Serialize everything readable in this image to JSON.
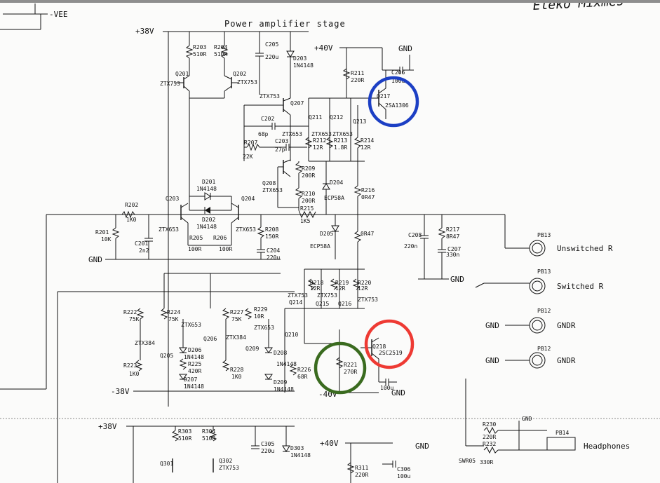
{
  "title": "Power amplifier stage",
  "rails": {
    "vee": "-VEE",
    "pos38": "+38V",
    "pos40": "+40V",
    "neg38": "-38V",
    "neg40": "-40V",
    "pos38_lower": "+38V",
    "pos40_lower": "+40V"
  },
  "header_scrawl": "Eleko Mixmes",
  "gnd": "GND",
  "highlights": [
    {
      "name": "blue",
      "color": "#1c3fc4",
      "target": "Q217"
    },
    {
      "name": "red",
      "color": "#ee3a33",
      "target": "Q218"
    },
    {
      "name": "green",
      "color": "#3a6b1f",
      "target": "R221"
    }
  ],
  "labels": {
    "r203": "R203",
    "r203v": "510R",
    "r204": "R204",
    "r204v": "510R",
    "c205": "C205",
    "c205v": "220u",
    "d203": "D203",
    "d203v": "1N4148",
    "q201": "Q201",
    "q201t": "ZTX753",
    "q202": "Q202",
    "q202t": "ZTX753",
    "q207t": "ZTX753",
    "q207": "Q207",
    "c202": "C202",
    "c202v": "68p",
    "c203": "C203",
    "c203v": "27p",
    "r207": "R207",
    "r207v": "22K",
    "ztx653a": "ZTX653",
    "q211": "Q211",
    "q212": "Q212",
    "q213": "Q213",
    "ztx653b": "ZTX653",
    "ztx653c": "ZTX653",
    "r212": "R212",
    "r212v": "12R",
    "r213": "R213",
    "r213v": "1.8R",
    "r214": "R214",
    "r214v": "12R",
    "r211": "R211",
    "r211v": "220R",
    "c206": "C206",
    "c206v": "100u",
    "q217": "Q217",
    "q217t": "2SA1306",
    "q208": "Q208",
    "q208t": "ZTX653",
    "r209": "R209",
    "r209v": "200R",
    "r210": "R210",
    "r210v": "200R",
    "d204": "D204",
    "d204v": "ECP58A",
    "r216": "R216",
    "r216v": "0R47",
    "d201": "D201",
    "d201v": "1N4148",
    "d202": "D202",
    "d202v": "1N4148",
    "r202": "R202",
    "r202v": "1K0",
    "q203": "Q203",
    "q204": "Q204",
    "r201": "R201",
    "r201v": "10K",
    "c201": "C201",
    "c201v": "2n2",
    "ztx653d": "ZTX653",
    "ztx653e": "ZTX653",
    "r205": "R205",
    "r205v": "100R",
    "r206": "R206",
    "r206v": "100R",
    "r208": "R208",
    "r208v": "150R",
    "c204": "C204",
    "c204v": "220u",
    "r215": "R215",
    "r215v": "1K5",
    "d205": "D205",
    "d205v": "ECP58A",
    "r0r47": "0R47",
    "c208": "C208",
    "c208v": "220n",
    "r217": "R217",
    "r217v": "8R47",
    "c207": "C207",
    "c207v": "330n",
    "r218": "R218",
    "r218v": "12R",
    "r219": "R219",
    "r219v": "12R",
    "r220": "R220",
    "r220v": "12R",
    "ztx753a": "ZTX753",
    "ztx753b": "ZTX753",
    "ztx753c": "ZTX753",
    "q214": "Q214",
    "q215": "Q215",
    "q216": "Q216",
    "q210": "Q210",
    "ztx653f": "ZTX653",
    "q218": "Q218",
    "q218t": "2SC2519",
    "r221": "R221",
    "r221v": "270R",
    "c_100u": "100u",
    "r222": "R222",
    "r222v": "75K",
    "r224": "R224",
    "r224v": "75K",
    "r227": "R227",
    "r227v": "75K",
    "r229": "R229",
    "r229v": "10R",
    "ztx653g": "ZTX653",
    "q206": "Q206",
    "ztx384a": "ZTX384",
    "q205": "Q205",
    "d206": "D206",
    "d206v": "1N4148",
    "r225": "R225",
    "r225v": "420R",
    "d207": "D207",
    "d207v": "1N4148",
    "r223": "R223",
    "r223v": "1K0",
    "ztx384b": "ZTX384",
    "q209": "Q209",
    "r228": "R228",
    "r228v": "1K0",
    "d208": "D208",
    "d208v": "1N4148",
    "r226": "R226",
    "r226v": "68R",
    "d209": "D209",
    "d209v": "1N4148",
    "r303": "R303",
    "r303v": "510R",
    "r304": "R304",
    "r304v": "510R",
    "c305": "C305",
    "c305v": "220u",
    "d303": "D303",
    "d303v": "1N4148",
    "q301": "Q301",
    "q302": "Q302",
    "ztx753d": "ZTX753",
    "r311": "R311",
    "r311v": "220R",
    "c306": "C306",
    "c306v": "100u",
    "r230": "R230",
    "r230v": "220R",
    "r232": "R232",
    "r232v": "330R",
    "sw": "SWR05",
    "pb14": "PB14"
  },
  "connectors": [
    {
      "ref": "PB13",
      "label": "Unswitched R"
    },
    {
      "ref": "PB13",
      "label": "Switched R"
    },
    {
      "ref": "PB12",
      "left": "GND",
      "label": "GNDR"
    },
    {
      "ref": "PB12",
      "left": "GND",
      "label": "GNDR"
    }
  ],
  "headphones": "Headphones"
}
